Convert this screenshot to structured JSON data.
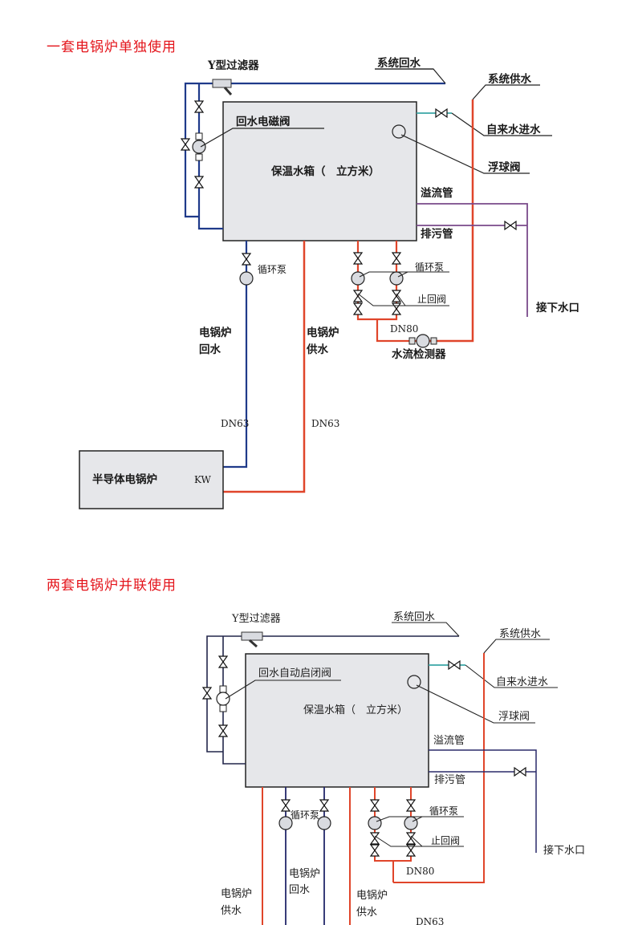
{
  "diagram_1": {
    "title": "一套电锅炉单独使用",
    "labels": {
      "y_filter": "Y型过滤器",
      "system_return": "系统回水",
      "system_supply": "系统供水",
      "return_solenoid_valve": "回水电磁阀",
      "tap_water_inlet": "自来水进水",
      "insulated_tank": "保温水箱（　立方米）",
      "float_valve": "浮球阀",
      "overflow_pipe": "溢流管",
      "drain_pipe": "排污管",
      "circulation_pump_left": "循环泵",
      "circulation_pump_right": "循环泵",
      "check_valve": "止回阀",
      "floor_drain": "接下水口",
      "dn80": "DN80",
      "flow_detector": "水流检测器",
      "boiler_return_l1": "电锅炉",
      "boiler_return_l2": "回水",
      "boiler_supply_l1": "电锅炉",
      "boiler_supply_l2": "供水",
      "dn63_return": "DN63",
      "dn63_supply": "DN63",
      "boiler_name": "半导体电锅炉",
      "boiler_kw": "KW"
    }
  },
  "diagram_2": {
    "title": "两套电锅炉并联使用",
    "labels": {
      "y_filter": "Y型过滤器",
      "system_return": "系统回水",
      "system_supply": "系统供水",
      "return_auto_valve": "回水自动启闭阀",
      "tap_water_inlet": "自来水进水",
      "insulated_tank": "保温水箱（　立方米）",
      "float_valve": "浮球阀",
      "overflow_pipe": "溢流管",
      "drain_pipe": "排污管",
      "circulation_pump_left": "循环泵",
      "circulation_pump_right": "循环泵",
      "check_valve": "止回阀",
      "floor_drain": "接下水口",
      "dn80": "DN80",
      "boiler_supply_left_l1": "电锅炉",
      "boiler_supply_left_l2": "供水",
      "boiler_return_l1": "电锅炉",
      "boiler_return_l2": "回水",
      "boiler_supply_right_l1": "电锅炉",
      "boiler_supply_right_l2": "供水",
      "dn63": "DN63"
    }
  },
  "colors": {
    "title_red": "#e4141b",
    "return_pipe_blue": "#1f3a8a",
    "supply_pipe_red": "#e0452a",
    "tap_pipe_cyan": "#3aa6a6",
    "drain_pipe_purple": "#7a4a8a",
    "tank_fill": "#e6e7ea"
  }
}
